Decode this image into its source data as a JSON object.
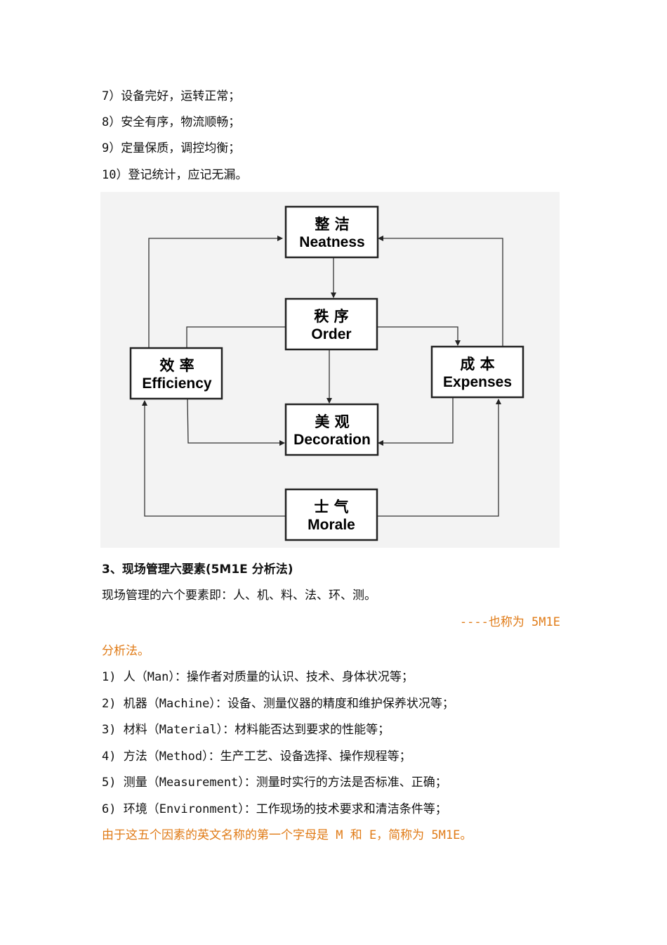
{
  "list_intro": [
    "7）设备完好，运转正常；",
    "8）安全有序，物流顺畅；",
    "9）定量保质，调控均衡；",
    "10）登记统计，应记无漏。"
  ],
  "diagram": {
    "neatness": {
      "cn": "整 洁",
      "en": "Neatness"
    },
    "order": {
      "cn": "秩 序",
      "en": "Order"
    },
    "efficiency": {
      "cn": "效 率",
      "en": "Efficiency"
    },
    "expenses": {
      "cn": "成 本",
      "en": "Expenses"
    },
    "decoration": {
      "cn": "美 观",
      "en": "Decoration"
    },
    "morale": {
      "cn": "士 气",
      "en": "Morale"
    }
  },
  "section": {
    "heading": "3、现场管理六要素(5M1E 分析法)",
    "intro": "现场管理的六个要素即：人、机、料、法、环、测。",
    "aka_line1": "----也称为 5M1E",
    "aka_line2": "分析法。",
    "items": [
      "1) 人（Man）：操作者对质量的认识、技术、身体状况等；",
      "2) 机器（Machine）：设备、测量仪器的精度和维护保养状况等；",
      "3) 材料（Material）：材料能否达到要求的性能等；",
      "4) 方法（Method）：生产工艺、设备选择、操作规程等；",
      "5) 测量（Measurement）：测量时实行的方法是否标准、正确；",
      "6) 环境（Environment）：工作现场的技术要求和清洁条件等；"
    ],
    "summary": "由于这五个因素的英文名称的第一个字母是 M 和 E，简称为 5M1E。"
  }
}
